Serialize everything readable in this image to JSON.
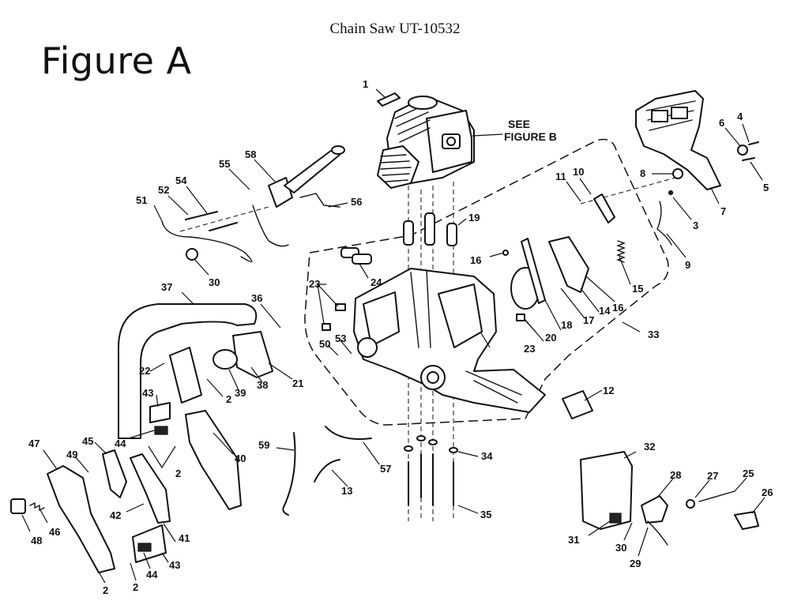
{
  "document": {
    "title": "Chain Saw UT-10532",
    "figure_label": "Figure A"
  },
  "see_reference": {
    "line1": "SEE",
    "line2": "FIGURE B"
  },
  "callouts": [
    {
      "id": "c1",
      "text": "1"
    },
    {
      "id": "c2a",
      "text": "2"
    },
    {
      "id": "c2b",
      "text": "2"
    },
    {
      "id": "c2c",
      "text": "2"
    },
    {
      "id": "c2d",
      "text": "2"
    },
    {
      "id": "c3",
      "text": "3"
    },
    {
      "id": "c4",
      "text": "4"
    },
    {
      "id": "c5",
      "text": "5"
    },
    {
      "id": "c6",
      "text": "6"
    },
    {
      "id": "c7",
      "text": "7"
    },
    {
      "id": "c8",
      "text": "8"
    },
    {
      "id": "c9",
      "text": "9"
    },
    {
      "id": "c10",
      "text": "10"
    },
    {
      "id": "c11",
      "text": "11"
    },
    {
      "id": "c12",
      "text": "12"
    },
    {
      "id": "c13",
      "text": "13"
    },
    {
      "id": "c14",
      "text": "14"
    },
    {
      "id": "c15",
      "text": "15"
    },
    {
      "id": "c16a",
      "text": "16"
    },
    {
      "id": "c16b",
      "text": "16"
    },
    {
      "id": "c17",
      "text": "17"
    },
    {
      "id": "c18",
      "text": "18"
    },
    {
      "id": "c19",
      "text": "19"
    },
    {
      "id": "c20",
      "text": "20"
    },
    {
      "id": "c21",
      "text": "21"
    },
    {
      "id": "c22",
      "text": "22"
    },
    {
      "id": "c23a",
      "text": "23"
    },
    {
      "id": "c23b",
      "text": "23"
    },
    {
      "id": "c24",
      "text": "24"
    },
    {
      "id": "c25",
      "text": "25"
    },
    {
      "id": "c26",
      "text": "26"
    },
    {
      "id": "c27",
      "text": "27"
    },
    {
      "id": "c28",
      "text": "28"
    },
    {
      "id": "c29",
      "text": "29"
    },
    {
      "id": "c30a",
      "text": "30"
    },
    {
      "id": "c30b",
      "text": "30"
    },
    {
      "id": "c31",
      "text": "31"
    },
    {
      "id": "c32",
      "text": "32"
    },
    {
      "id": "c33",
      "text": "33"
    },
    {
      "id": "c34",
      "text": "34"
    },
    {
      "id": "c35",
      "text": "35"
    },
    {
      "id": "c36",
      "text": "36"
    },
    {
      "id": "c37",
      "text": "37"
    },
    {
      "id": "c38",
      "text": "38"
    },
    {
      "id": "c39",
      "text": "39"
    },
    {
      "id": "c40",
      "text": "40"
    },
    {
      "id": "c41",
      "text": "41"
    },
    {
      "id": "c42",
      "text": "42"
    },
    {
      "id": "c43a",
      "text": "43"
    },
    {
      "id": "c43b",
      "text": "43"
    },
    {
      "id": "c44a",
      "text": "44"
    },
    {
      "id": "c44b",
      "text": "44"
    },
    {
      "id": "c45",
      "text": "45"
    },
    {
      "id": "c46",
      "text": "46"
    },
    {
      "id": "c47",
      "text": "47"
    },
    {
      "id": "c48",
      "text": "48"
    },
    {
      "id": "c49",
      "text": "49"
    },
    {
      "id": "c50",
      "text": "50"
    },
    {
      "id": "c51",
      "text": "51"
    },
    {
      "id": "c52",
      "text": "52"
    },
    {
      "id": "c53",
      "text": "53"
    },
    {
      "id": "c54",
      "text": "54"
    },
    {
      "id": "c55",
      "text": "55"
    },
    {
      "id": "c56",
      "text": "56"
    },
    {
      "id": "c57",
      "text": "57"
    },
    {
      "id": "c58",
      "text": "58"
    },
    {
      "id": "c59",
      "text": "59"
    }
  ]
}
